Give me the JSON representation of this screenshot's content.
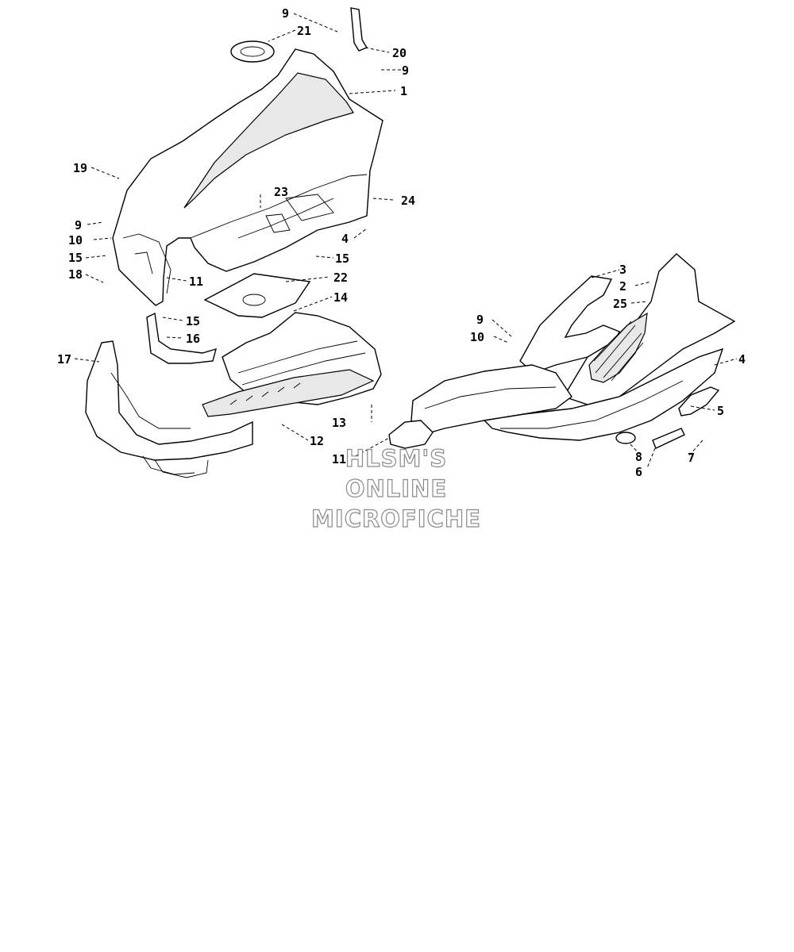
{
  "callouts": [
    {
      "id": "c9a",
      "text": "9"
    },
    {
      "id": "c21",
      "text": "21"
    },
    {
      "id": "c20",
      "text": "20"
    },
    {
      "id": "c9b",
      "text": "9"
    },
    {
      "id": "c1",
      "text": "1"
    },
    {
      "id": "c19",
      "text": "19"
    },
    {
      "id": "c23",
      "text": "23"
    },
    {
      "id": "c24",
      "text": "24"
    },
    {
      "id": "c9c",
      "text": "9"
    },
    {
      "id": "c10a",
      "text": "10"
    },
    {
      "id": "c4a",
      "text": "4"
    },
    {
      "id": "c15a",
      "text": "15"
    },
    {
      "id": "c15b",
      "text": "15"
    },
    {
      "id": "c11a",
      "text": "11"
    },
    {
      "id": "c18",
      "text": "18"
    },
    {
      "id": "c22",
      "text": "22"
    },
    {
      "id": "c14",
      "text": "14"
    },
    {
      "id": "c15c",
      "text": "15"
    },
    {
      "id": "c16",
      "text": "16"
    },
    {
      "id": "c17",
      "text": "17"
    },
    {
      "id": "c13",
      "text": "13"
    },
    {
      "id": "c12",
      "text": "12"
    },
    {
      "id": "c11b",
      "text": "11"
    },
    {
      "id": "c3",
      "text": "3"
    },
    {
      "id": "c2",
      "text": "2"
    },
    {
      "id": "c25",
      "text": "25"
    },
    {
      "id": "c9d",
      "text": "9"
    },
    {
      "id": "c10b",
      "text": "10"
    },
    {
      "id": "c4b",
      "text": "4"
    },
    {
      "id": "c5",
      "text": "5"
    },
    {
      "id": "c8",
      "text": "8"
    },
    {
      "id": "c7",
      "text": "7"
    },
    {
      "id": "c6",
      "text": "6"
    }
  ],
  "watermark": {
    "line1": "HLSM'S",
    "line2": "ONLINE",
    "line3": "MICROFICHE"
  }
}
